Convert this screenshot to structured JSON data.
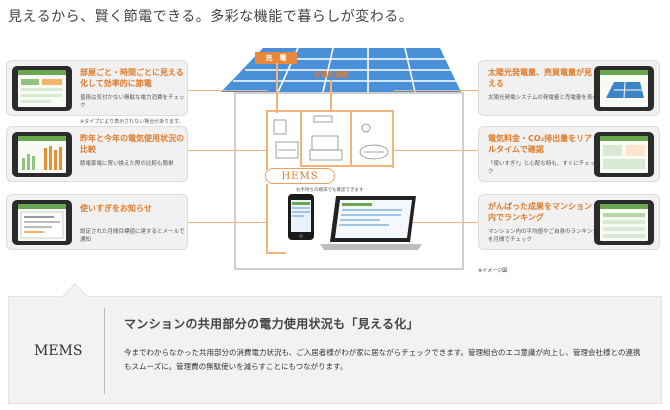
{
  "headline": "見えるから、賢く節電できる。多彩な機能で暮らしが変わる。",
  "features_left": [
    {
      "title": "部屋ごと・時間ごとに見える化して効率的に節電",
      "desc": "普段は気付かない無駄な電力消費をチェック",
      "note": "※タイプにより表示されない場合があります。"
    },
    {
      "title": "昨年と今年の電気使用状況の比較",
      "desc": "節電家電に買い換えた際の比較も簡単",
      "note": ""
    },
    {
      "title": "使いすぎをお知らせ",
      "desc": "設定された月間目標値に達するとメールで通知",
      "note": ""
    }
  ],
  "features_right": [
    {
      "title": "太陽光発電量、売買電量が見える",
      "desc": "太陽光発電システムの発電量と売電量を表示"
    },
    {
      "title": "電気料金・CO₂排出量をリアルタイムで確認",
      "desc": "「使いすぎ?」と心配な時も、すぐにチェック"
    },
    {
      "title": "がんばった成果をマンション内でランキング",
      "desc": "マンション内の平均値やご自身のランキングを月間でチェック"
    }
  ],
  "diagram": {
    "charge_label": "充　電",
    "solar_label": "太陽光発電",
    "hems_label": "HEMS",
    "devices_caption": "お手持ちの端末でも確認できます",
    "image_note": "※イメージ図"
  },
  "mems": {
    "label": "MEMS",
    "title": "マンションの共用部分の電力使用状況も「見える化」",
    "body": "今までわからなかった共用部分の消費電力状況も、ご入居者様がわが家に居ながらチェックできます。管理組合のエコ意識が向上し、管理会社様との連携もスムーズに。管理費の無駄使いを減らすことにもつながります。"
  },
  "colors": {
    "accent": "#e07b2a",
    "line": "#f3b37a",
    "panel": "#4a90d9",
    "box_bg": "#f1f1f1"
  }
}
